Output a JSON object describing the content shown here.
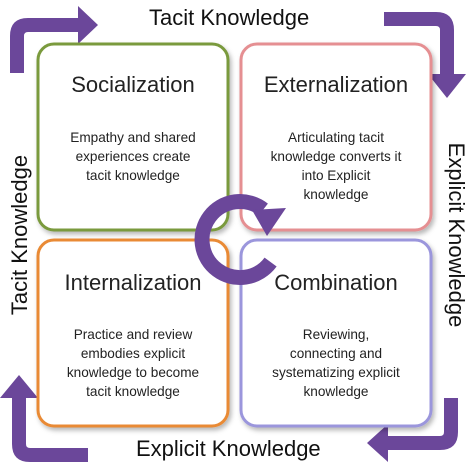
{
  "edges": {
    "top": "Tacit Knowledge",
    "bottom": "Explicit Knowledge",
    "left": "Tacit Knowledge",
    "right": "Explicit Knowledge"
  },
  "quadrants": {
    "socialization": {
      "title": "Socialization",
      "desc_lines": [
        "Empathy and shared",
        "experiences create",
        "tacit knowledge"
      ],
      "color": "#7a9a3c"
    },
    "externalization": {
      "title": "Externalization",
      "desc_lines": [
        "Articulating tacit",
        "knowledge converts it",
        "into Explicit",
        "knowledge"
      ],
      "color": "#e58f92"
    },
    "internalization": {
      "title": "Internalization",
      "desc_lines": [
        "Practice and review",
        "embodies explicit",
        "knowledge to become",
        "tacit knowledge"
      ],
      "color": "#e98a34"
    },
    "combination": {
      "title": "Combination",
      "desc_lines": [
        "Reviewing,",
        "connecting and",
        "systematizing explicit",
        "knowledge"
      ],
      "color": "#9b96dc"
    }
  },
  "colors": {
    "arrow": "#6b479a"
  }
}
